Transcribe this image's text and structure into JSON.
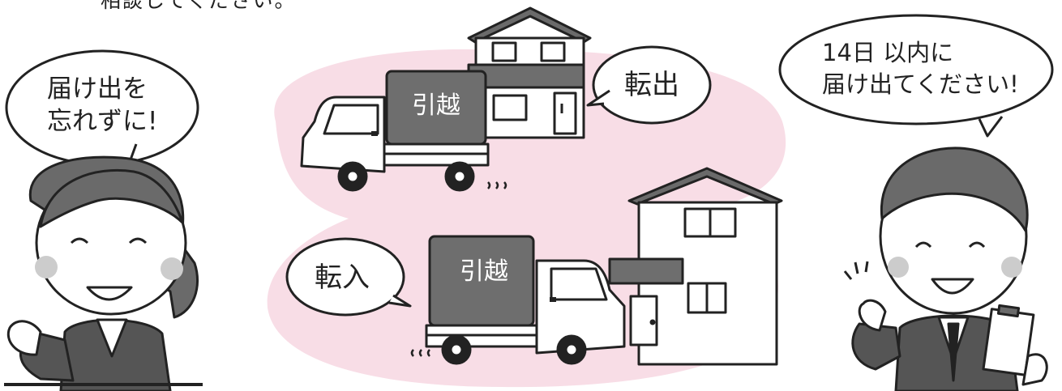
{
  "top_text": "相談してください。",
  "left_bubble": {
    "line1": "届け出を",
    "line2": "忘れずに!"
  },
  "right_bubble": {
    "line1": "14日 以内に",
    "line2": "届け出てください!"
  },
  "move_out": {
    "truck_label": "引越",
    "bubble_label": "転出"
  },
  "move_in": {
    "truck_label": "引越",
    "bubble_label": "転入"
  },
  "colors": {
    "pink_blob": "#f8dde6",
    "truck_box": "#6e6e6e",
    "stroke": "#222222",
    "skin": "#ffffff",
    "suit": "#555555",
    "hair": "#6a6a6a"
  },
  "icons": [
    "truck-icon",
    "house-icon",
    "clipboard-icon"
  ]
}
